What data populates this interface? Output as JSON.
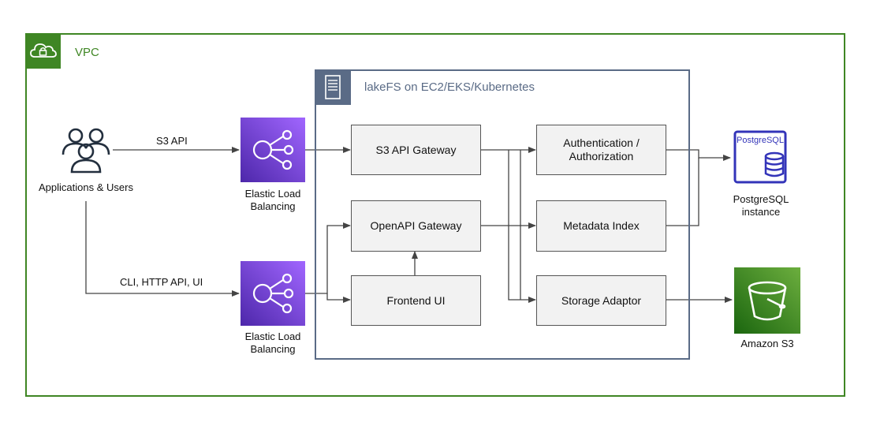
{
  "vpc": {
    "label": "VPC",
    "icon": "cloud-lock-icon"
  },
  "lakefs": {
    "label": "lakeFS on EC2/EKS/Kubernetes",
    "icon": "server-icon"
  },
  "users": {
    "label": "Applications & Users",
    "icon": "users-icon"
  },
  "load_balancers": [
    {
      "label": "Elastic Load\nBalancing",
      "icon": "elastic-load-balancing-icon"
    },
    {
      "label": "Elastic Load\nBalancing",
      "icon": "elastic-load-balancing-icon"
    }
  ],
  "components": {
    "s3_gateway": "S3 API Gateway",
    "openapi_gateway": "OpenAPI Gateway",
    "frontend": "Frontend UI",
    "auth": "Authentication /\nAuthorization",
    "metadata": "Metadata Index",
    "storage": "Storage Adaptor"
  },
  "edges": {
    "s3_api": "S3 API",
    "cli_api": "CLI, HTTP API, UI"
  },
  "postgres": {
    "icon_text": "PostgreSQL",
    "label": "PostgreSQL\ninstance",
    "icon": "postgresql-database-icon"
  },
  "s3": {
    "label": "Amazon S3",
    "icon": "s3-bucket-icon"
  },
  "colors": {
    "vpc": "#3f8624",
    "lakefs": "#5a6b86",
    "elb": "#8c4fff",
    "postgres": "#3334b9",
    "s3": "#3f8624"
  }
}
